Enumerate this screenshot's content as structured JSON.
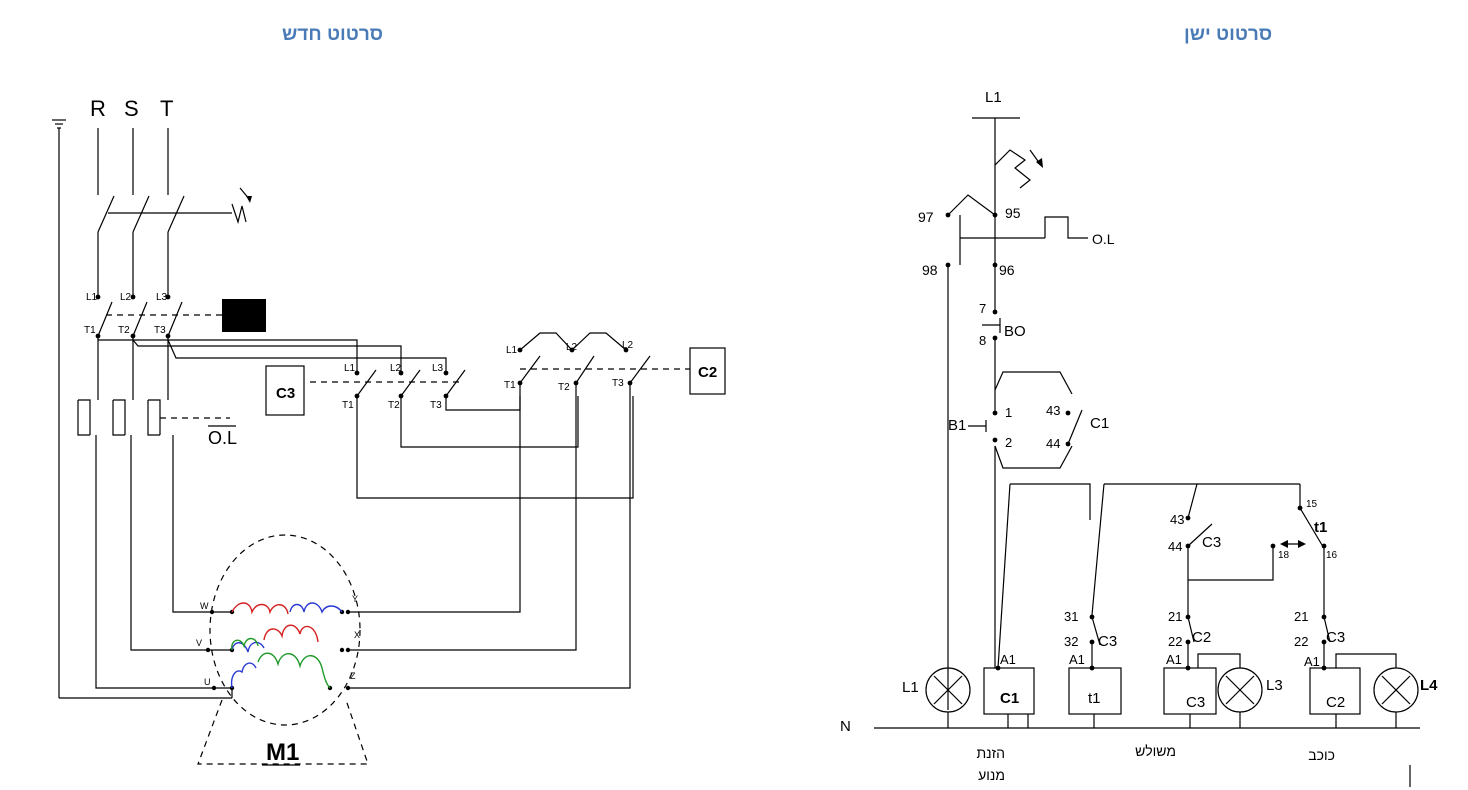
{
  "titles": {
    "new": "סרטוט חדש",
    "old": "סרטוט ישן"
  },
  "power": {
    "phases": [
      "R",
      "S",
      "T"
    ],
    "contactor_top": [
      "L1",
      "L2",
      "L3"
    ],
    "contactor_bottom": [
      "T1",
      "T2",
      "T3"
    ],
    "overload": "O.L",
    "c3": {
      "name": "C3",
      "top": [
        "L1",
        "L2",
        "L3"
      ],
      "bottom": [
        "T1",
        "T2",
        "T3"
      ]
    },
    "c2": {
      "name": "C2",
      "top": [
        "L1",
        "L2",
        "L2"
      ],
      "bottom": [
        "T1",
        "T2",
        "T3"
      ]
    },
    "motor": {
      "name": "M1",
      "left": [
        "W",
        "V",
        "U"
      ],
      "right": [
        "Y",
        "X",
        "Z"
      ]
    }
  },
  "control": {
    "line": "L1",
    "neutral": "N",
    "ol": {
      "label": "O.L",
      "contacts": [
        "97",
        "95",
        "98",
        "96"
      ]
    },
    "stop": {
      "label": "BO",
      "contacts": [
        "7",
        "8"
      ]
    },
    "start": {
      "label": "B1",
      "contacts": [
        "1",
        "2"
      ]
    },
    "hold": {
      "label": "C1",
      "contacts": [
        "43",
        "44"
      ]
    },
    "c3_nc": {
      "label": "C3",
      "contacts": [
        "31",
        "32"
      ]
    },
    "c3_no": {
      "label": "C3",
      "contacts": [
        "43",
        "44"
      ]
    },
    "c2_nc": {
      "label": "C2",
      "contacts": [
        "21",
        "22"
      ]
    },
    "c3_nc2": {
      "label": "C3",
      "contacts": [
        "21",
        "22"
      ]
    },
    "timer": {
      "label": "t1",
      "contacts": [
        "15",
        "16",
        "18"
      ]
    },
    "coils": [
      {
        "label": "C1",
        "terminal": "A1"
      },
      {
        "label": "t1",
        "terminal": "A1"
      },
      {
        "label": "C3",
        "terminal": "A1"
      },
      {
        "label": "C2",
        "terminal": "A1"
      }
    ],
    "lamps": [
      "L1",
      "L3",
      "L4"
    ],
    "captions": {
      "feed": "הזנת",
      "feed2": "מנוע",
      "delta": "משולש",
      "star": "כוכב"
    }
  }
}
